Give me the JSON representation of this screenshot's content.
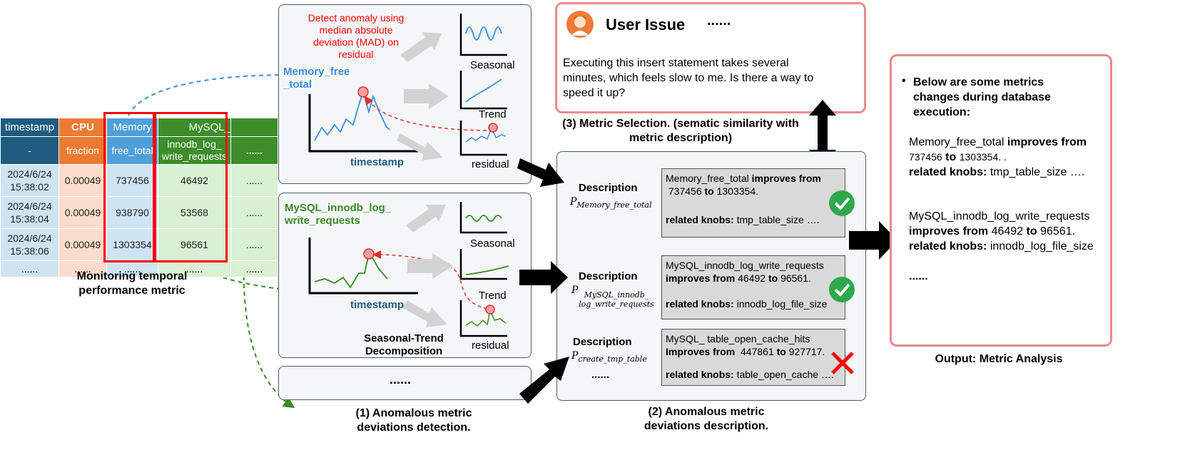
{
  "table": {
    "headers": [
      "timestamp",
      "CPU",
      "Memory",
      "MySQL_",
      "......"
    ],
    "subheaders": [
      "-",
      "fraction",
      "free_total",
      "innodb_log_ write_requests",
      "......"
    ],
    "rows": [
      {
        "ts": "2024/6/24 15:38:02",
        "cpu": "0.00049",
        "mem": "737456",
        "inn": "46492",
        "more": "......"
      },
      {
        "ts": "2024/6/24 15:38:04",
        "cpu": "0.00049",
        "mem": "938790",
        "inn": "53568",
        "more": "......"
      },
      {
        "ts": "2024/6/24 15:38:06",
        "cpu": "0.00049",
        "mem": "1303354",
        "inn": "96561",
        "more": "......"
      }
    ],
    "ellipsis": "......",
    "caption": "Monitoring  temporal performance metric"
  },
  "detection": {
    "annotation": "Detect anomaly using median absolute deviation (MAD) on residual",
    "panel1_metric": "Memory_free _total",
    "panel2_metric": "MySQL_innodb_log_ write_requests",
    "xaxis": "timestamp",
    "components": [
      "Seasonal",
      "Trend",
      "residual"
    ],
    "decomposition_label": "Seasonal-Trend Decomposition",
    "more_panel": "......",
    "caption": "(1) Anomalous metric deviations detection."
  },
  "user_issue": {
    "title": "User Issue",
    "ellipsis": "......",
    "text": "Executing this insert statement takes several minutes, which feels slow to me. Is there a way to speed it up?"
  },
  "selection": {
    "caption": "(3) Metric Selection. (sematic similarity with metric  description)"
  },
  "descriptions": {
    "label": "Description",
    "items": [
      {
        "symbol": "P",
        "sub": "Memory_free_total",
        "metric": "Memory_free_total",
        "verb": "improves from",
        "from": "737456",
        "to_word": "to",
        "to": "1303354.",
        "knobs_label": "related knobs:",
        "knobs": "tmp_table_size ….",
        "selected": true
      },
      {
        "symbol": "P",
        "sub": "MySQL_innodb_ log_write_requests",
        "metric": "MySQL_innodb_log_write_requests",
        "verb": "improves from",
        "from": "46492",
        "to_word": "to",
        "to": "96561.",
        "knobs_label": "related knobs:",
        "knobs": "innodb_log_file_size",
        "selected": true
      },
      {
        "symbol": "P",
        "sub": "create_tmp_table",
        "metric": "MySQL_ table_open_cache_hits",
        "verb": "Improves from",
        "from": "447861",
        "to_word": "to",
        "to": "927717.",
        "knobs_label": "related knobs:",
        "knobs": "table_open_cache ….",
        "selected": false
      }
    ],
    "more": "......",
    "caption": "(2) Anomalous metric deviations description."
  },
  "output": {
    "bullet": "Below are some metrics changes during database execution:",
    "item1_metric": "Memory_free_total",
    "item1_verb": "improves from",
    "item1_from": "737456",
    "item1_to_word": "to",
    "item1_to": "1303354. .",
    "item1_knobs_label": "related knobs:",
    "item1_knobs": "tmp_table_size ….",
    "item2_metric": "MySQL_innodb_log_write_requests",
    "item2_verb": "improves from",
    "item2_from": "46492",
    "item2_to_word": "to",
    "item2_to": "96561.",
    "item2_knobs_label": "related knobs:",
    "item2_knobs": "innodb_log_file_size",
    "more": "......",
    "caption": "Output: Metric Analysis"
  },
  "colors": {
    "memory_blue": "#3a8fd9",
    "mysql_green": "#3a8a26",
    "anomaly_red": "#e03030",
    "highlight_red": "#ff0000",
    "pink_border": "#e88a8d",
    "check_green": "#2ea84a"
  }
}
